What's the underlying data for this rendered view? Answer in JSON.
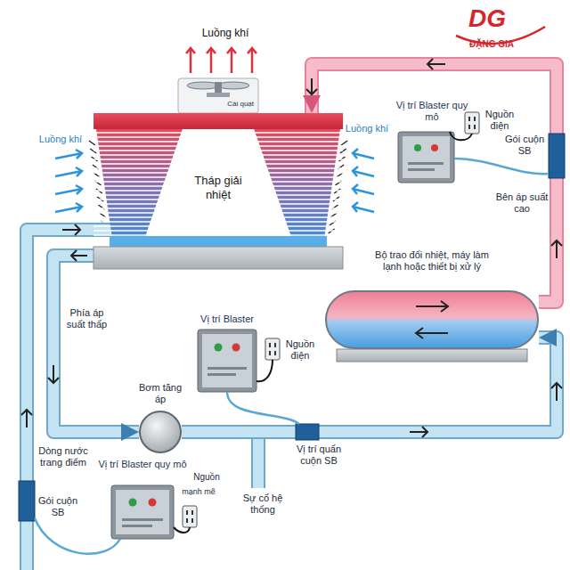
{
  "diagram": {
    "nodes": [
      {
        "text": [
          "Cái quạt"
        ]
      },
      {
        "text": [
          "Tháp giải nhiệt"
        ]
      },
      {
        "text": [
          "Bộ trao đổi nhiệt, máy làm lạnh hoặc thiết bị xử lý"
        ]
      },
      {
        "text": [
          "Bơm tăng áp"
        ]
      },
      {
        "text": [
          "Vị trí Blaster quy mô"
        ]
      },
      {
        "text": [
          "Vị trí Blaster"
        ]
      },
      {
        "text": [
          "Vị trí Blaster quy mô"
        ]
      }
    ],
    "edges": [
      {
        "from": 1,
        "to": 3,
        "arrow": "to"
      },
      {
        "from": 3,
        "to": 2,
        "arrow": "to"
      },
      {
        "from": 2,
        "to": 1,
        "arrow": "to"
      }
    ],
    "labels": [
      "Luồng khí",
      "Luồng khí",
      "Luồng khí",
      "Nguồn điện",
      "Gói cuộn SB",
      "Bên áp suất cao",
      "Phía áp suất thấp",
      "Nguồn điện",
      "Vị trí quấn cuộn SB",
      "Sự cố hệ thống",
      "Dòng nước trang điểm",
      "Gói cuộn SB",
      "Nguồn",
      "mạnh mẽ",
      "DG",
      "ĐẶNG GIA"
    ]
  }
}
